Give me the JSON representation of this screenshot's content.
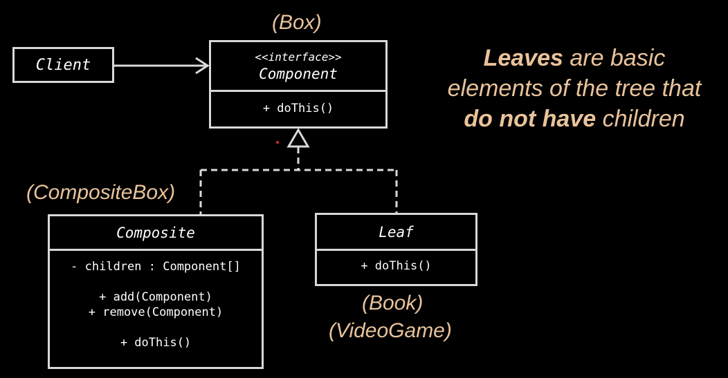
{
  "labels": {
    "box": "(Box)",
    "composite_box": "(CompositeBox)",
    "book": "(Book)",
    "video_game": "(VideoGame)"
  },
  "client": {
    "name": "Client"
  },
  "component": {
    "stereotype": "<<interface>>",
    "name": "Component",
    "methods": [
      "+ doThis()"
    ]
  },
  "composite": {
    "name": "Composite",
    "fields": [
      "- children : Component[]"
    ],
    "methods": [
      "+ add(Component)",
      "+ remove(Component)",
      "+ doThis()"
    ]
  },
  "leaf": {
    "name": "Leaf",
    "methods": [
      "+ doThis()"
    ]
  },
  "description": {
    "bold1": "Leaves",
    "text1": " are basic",
    "text2": "elements of the tree that",
    "bold2": "do not have",
    "text3": " children"
  },
  "colors": {
    "accent": "#e9c39b",
    "line": "#d9d9d9",
    "background": "#000000"
  }
}
